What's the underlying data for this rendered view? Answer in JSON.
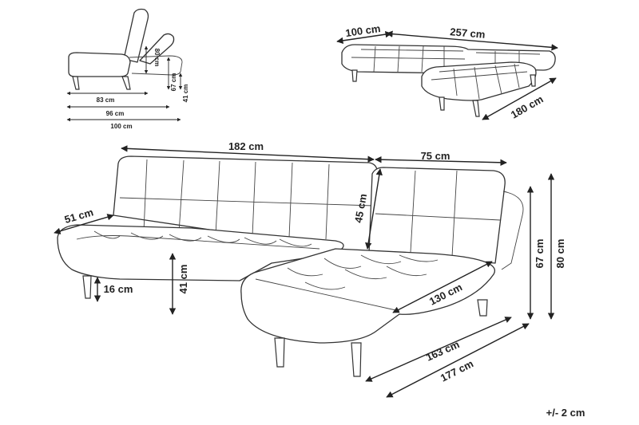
{
  "side_view": {
    "dim_83": "83 cm",
    "dim_96": "96 cm",
    "dim_100": "100 cm",
    "dim_80": "80 cm",
    "dim_67": "67 cm",
    "dim_41": "41 cm"
  },
  "top_view": {
    "dim_100": "100 cm",
    "dim_257": "257  cm",
    "dim_180": "180 cm"
  },
  "main_view": {
    "dim_182": "182 cm",
    "dim_75": "75 cm",
    "dim_51": "51 cm",
    "dim_45": "45 cm",
    "dim_16": "16 cm",
    "dim_41": "41 cm",
    "dim_130": "130 cm",
    "dim_163": "163 cm",
    "dim_177": "177 cm",
    "dim_67": "67 cm",
    "dim_80": "80 cm"
  },
  "tolerance": "+/- 2 cm"
}
